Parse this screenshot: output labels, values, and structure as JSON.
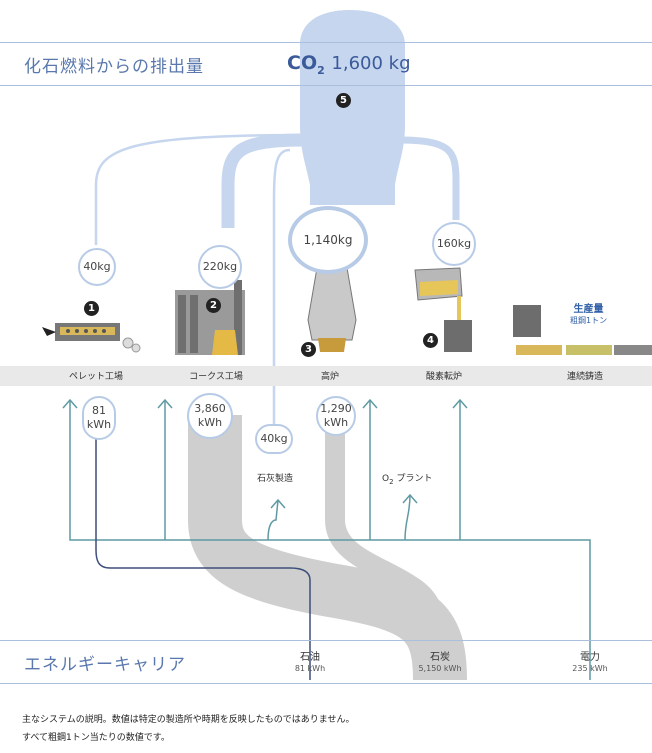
{
  "header": {
    "title": "化石燃料からの排出量",
    "co2_label": "CO",
    "co2_sub": "2",
    "co2_value": "1,600 kg",
    "co2_marker": "5"
  },
  "emissions": [
    {
      "stage": "pellet",
      "value": "40kg"
    },
    {
      "stage": "coke",
      "value": "220kg"
    },
    {
      "stage": "blast",
      "value": "1,140kg"
    },
    {
      "stage": "oxygen",
      "value": "160kg"
    },
    {
      "stage": "lime",
      "value": "40kg"
    }
  ],
  "markers": [
    "1",
    "2",
    "3",
    "4"
  ],
  "production": {
    "title": "生産量",
    "subtitle": "粗鋼1トン"
  },
  "stages": [
    "ペレット工場",
    "コークス工場",
    "高炉",
    "酸素転炉",
    "連続鋳造"
  ],
  "electricity_use": [
    {
      "stage": "pellet",
      "value": "81",
      "unit": "kWh"
    },
    {
      "stage": "coke",
      "value": "3,860",
      "unit": "kWh"
    },
    {
      "stage": "blast",
      "value": "1,290",
      "unit": "kWh"
    }
  ],
  "intermediate": {
    "lime": "石灰製造",
    "o2_prefix": "O",
    "o2_sub": "2",
    "o2_rest": "プラント"
  },
  "energy": {
    "title": "エネルギーキャリア",
    "carriers": [
      {
        "name": "石油",
        "value": "81 kWh"
      },
      {
        "name": "石炭",
        "value": "5,150 kWh"
      },
      {
        "name": "電力",
        "value": "235 kWh"
      }
    ]
  },
  "notes": [
    "主なシステムの説明。数値は特定の製造所や時期を反映したものではありません。",
    "すべて粗鋼1トン当たりの数値です。"
  ],
  "colors": {
    "co2_flow": "#c6d6ee",
    "coal_flow": "#cfcfcf",
    "electric_line": "#5f9aa2",
    "oil_line": "#3d4f7a"
  }
}
